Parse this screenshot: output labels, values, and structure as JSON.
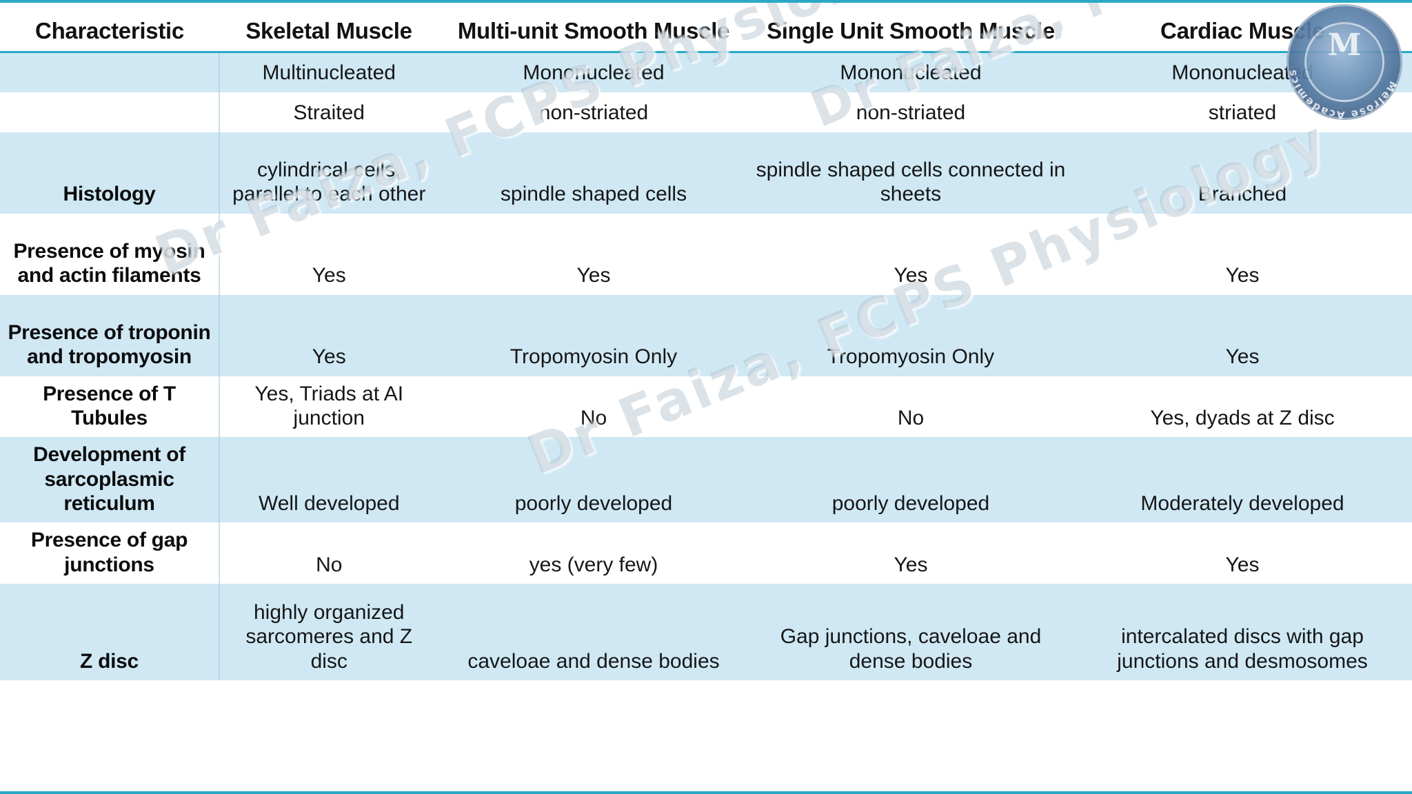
{
  "table": {
    "headers": [
      "Characteristic",
      "Skeletal Muscle",
      "Multi-unit Smooth Muscle",
      "Single Unit Smooth Muscle",
      "Cardiac Muscle"
    ],
    "rows": [
      {
        "shaded": true,
        "label": "",
        "skeletal": "Multinucleated",
        "multiunit": "Mononucleated",
        "singleunit": "Mononucleated",
        "cardiac": "Mononucleated"
      },
      {
        "shaded": false,
        "label": "",
        "skeletal": "Straited",
        "multiunit": "non-striated",
        "singleunit": "non-striated",
        "cardiac": "striated"
      },
      {
        "shaded": true,
        "label": "Histology",
        "skeletal": "cylindrical cells, parallel to each other",
        "multiunit": "spindle shaped cells",
        "singleunit": "spindle shaped cells connected in sheets",
        "cardiac": "Branched"
      },
      {
        "shaded": false,
        "label": "Presence of myosin and actin filaments",
        "skeletal": "Yes",
        "multiunit": "Yes",
        "singleunit": "Yes",
        "cardiac": "Yes"
      },
      {
        "shaded": true,
        "label": "Presence of troponin and tropomyosin",
        "skeletal": "Yes",
        "multiunit": "Tropomyosin Only",
        "singleunit": "Tropomyosin Only",
        "cardiac": "Yes"
      },
      {
        "shaded": false,
        "label": "Presence of T Tubules",
        "skeletal": "Yes, Triads at AI junction",
        "multiunit": "No",
        "singleunit": "No",
        "cardiac": "Yes, dyads at Z disc"
      },
      {
        "shaded": true,
        "label": "Development of sarcoplasmic reticulum",
        "skeletal": "Well developed",
        "multiunit": "poorly developed",
        "singleunit": "poorly developed",
        "cardiac": "Moderately developed"
      },
      {
        "shaded": false,
        "label": "Presence of gap junctions",
        "skeletal": "No",
        "multiunit": "yes (very few)",
        "singleunit": "Yes",
        "cardiac": "Yes"
      },
      {
        "shaded": true,
        "label": "Z disc",
        "skeletal": "highly organized sarcomeres and Z disc",
        "multiunit": "caveloae and dense bodies",
        "singleunit": "Gap junctions, caveloae and dense bodies",
        "cardiac": "intercalated discs with gap junctions and desmosomes"
      }
    ]
  },
  "watermarks": {
    "text_a": "Dr Faiza, FCPS Physiology",
    "text_b": "Dr Faiza, FCPS Physiology",
    "text_c": "Dr Faiza, FCPS Physiology"
  },
  "logo": {
    "brand": "Melrose Academics",
    "monogram": "M"
  },
  "colors": {
    "rule": "#2AA8C6",
    "shaded_row": "#CFE8F4",
    "plain_row": "#FFFFFF",
    "text": "#161616"
  }
}
